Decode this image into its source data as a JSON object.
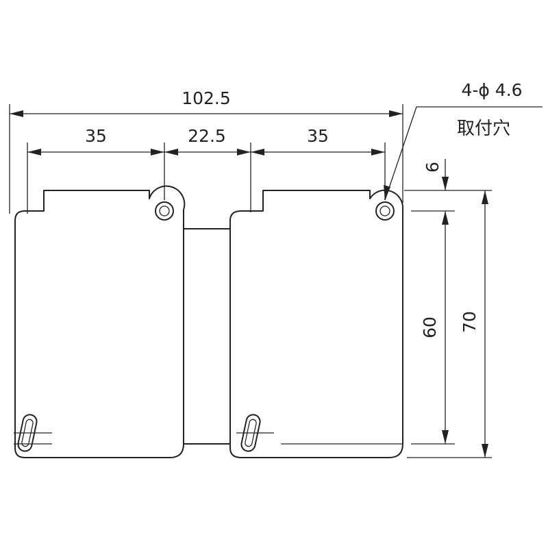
{
  "dimensions": {
    "overall_width": "102.5",
    "left_width": "35",
    "gap": "22.5",
    "right_width": "35",
    "hole_offset": "6",
    "hole_pitch": "60",
    "overall_height": "70"
  },
  "callout": {
    "hole_spec": "4-ϕ 4.6",
    "hole_label": "取付穴"
  }
}
